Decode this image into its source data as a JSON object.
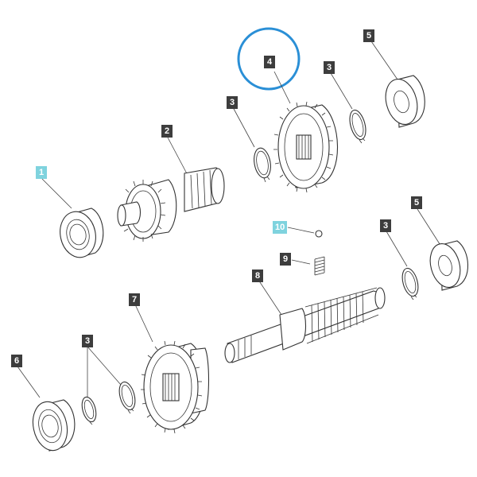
{
  "callouts": [
    {
      "id": "c1",
      "text": "1",
      "highlight": true
    },
    {
      "id": "c2",
      "text": "2",
      "highlight": false
    },
    {
      "id": "c3a",
      "text": "3",
      "highlight": false
    },
    {
      "id": "c4",
      "text": "4",
      "highlight": false
    },
    {
      "id": "c3b",
      "text": "3",
      "highlight": false
    },
    {
      "id": "c5a",
      "text": "5",
      "highlight": false
    },
    {
      "id": "c10",
      "text": "10",
      "highlight": true
    },
    {
      "id": "c9",
      "text": "9",
      "highlight": false
    },
    {
      "id": "c8",
      "text": "8",
      "highlight": false
    },
    {
      "id": "c3c",
      "text": "3",
      "highlight": false
    },
    {
      "id": "c5b",
      "text": "5",
      "highlight": false
    },
    {
      "id": "c7",
      "text": "7",
      "highlight": false
    },
    {
      "id": "c3d",
      "text": "3",
      "highlight": false
    },
    {
      "id": "c6",
      "text": "6",
      "highlight": false
    }
  ],
  "colors": {
    "label_bg": "#3d3d3d",
    "label_highlight_bg": "#7fd3de",
    "selection_ring": "#2a8fd6",
    "line": "#333333"
  }
}
